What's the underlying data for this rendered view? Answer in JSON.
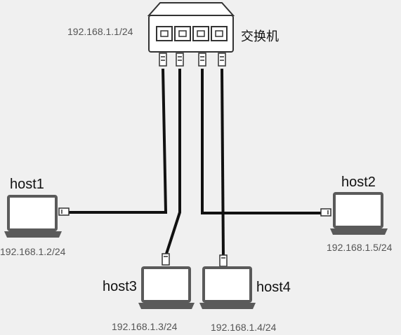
{
  "switch": {
    "label": "交换机",
    "ip": "192.168.1.1/24"
  },
  "hosts": [
    {
      "name": "host1",
      "ip": "192.168.1.2/24"
    },
    {
      "name": "host2",
      "ip": "192.168.1.5/24"
    },
    {
      "name": "host3",
      "ip": "192.168.1.3/24"
    },
    {
      "name": "host4",
      "ip": "192.168.1.4/24"
    }
  ],
  "colors": {
    "background": "#f0f0f0",
    "line": "#111111",
    "device_outline": "#5a5a5a",
    "screen_fill": "#ffffff"
  },
  "icons": {
    "switch": "network-switch-icon",
    "host": "laptop-icon",
    "connector": "ethernet-plug-icon"
  }
}
